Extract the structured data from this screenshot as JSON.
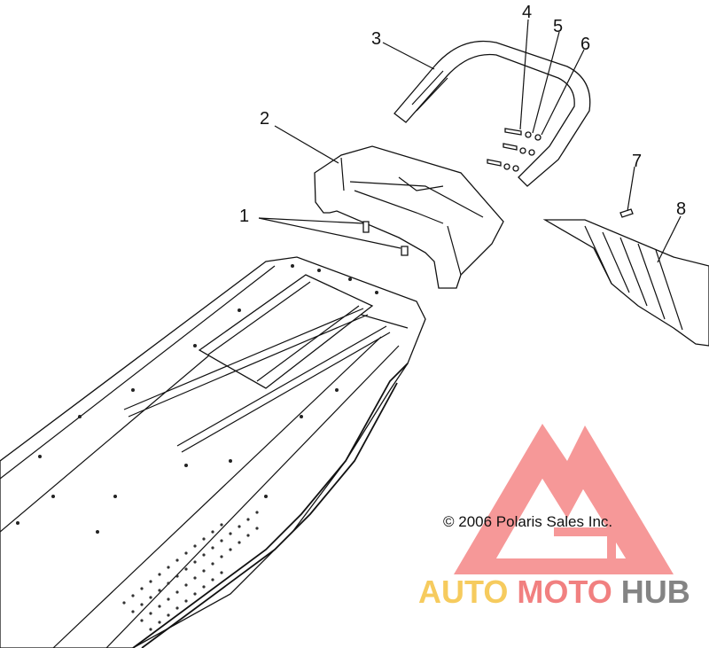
{
  "callouts": [
    {
      "id": "1",
      "label": "1"
    },
    {
      "id": "2",
      "label": "2"
    },
    {
      "id": "3",
      "label": "3"
    },
    {
      "id": "4",
      "label": "4"
    },
    {
      "id": "5",
      "label": "5"
    },
    {
      "id": "6",
      "label": "6"
    },
    {
      "id": "7",
      "label": "7"
    },
    {
      "id": "8",
      "label": "8"
    }
  ],
  "copyright": "© 2006 Polaris Sales Inc.",
  "watermark": {
    "part1": "AUTO",
    "part2": "MOTO",
    "part3": "HUB",
    "colors": {
      "auto": "#f5c342",
      "moto": "#ef6b6b",
      "hub": "#6f6f6f",
      "logo": "#ef4444"
    }
  }
}
